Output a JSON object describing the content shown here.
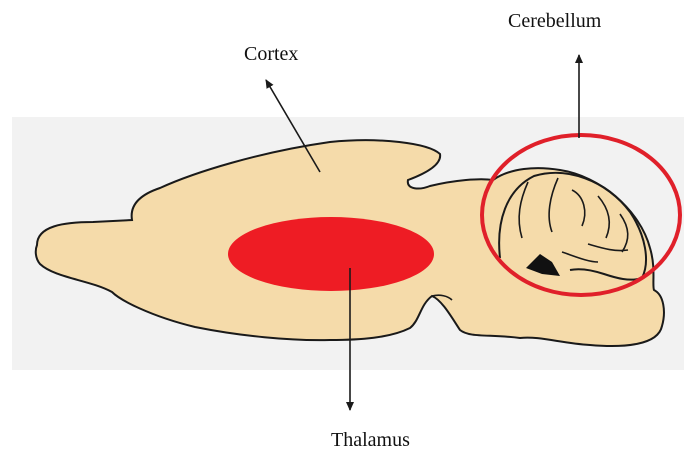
{
  "labels": {
    "cortex": "Cortex",
    "cerebellum": "Cerebellum",
    "thalamus": "Thalamus"
  },
  "colors": {
    "background_band": "#f2f2f2",
    "brain_fill": "#f5dbaa",
    "outline": "#1a1a1a",
    "thalamus": "#ee1c24",
    "highlight_circle": "#e0202a"
  }
}
